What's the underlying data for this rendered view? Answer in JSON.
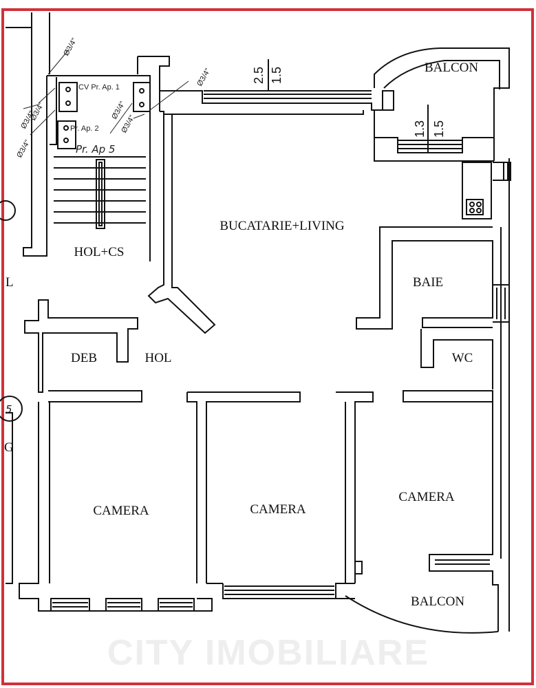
{
  "colors": {
    "frame": "#d0313a",
    "wall": "#111111",
    "paper": "#ffffff",
    "watermark": "#eeeeee"
  },
  "rooms": {
    "balcon_top": "BALCON",
    "bucatarie_living": "BUCATARIE+LIVING",
    "hol_cs": "HOL+CS",
    "baie": "BAIE",
    "deb": "DEB",
    "hol": "HOL",
    "wc": "WC",
    "camera_left": "CAMERA",
    "camera_mid": "CAMERA",
    "camera_right": "CAMERA",
    "balcon_bottom": "BALCON"
  },
  "dimensions": {
    "window_top_a": "2.5",
    "window_top_b": "1.5",
    "window_balcon_a": "1.3",
    "window_balcon_b": "1.5"
  },
  "annotations": {
    "pipe_1": "Ø3/4\"",
    "pipe_2": "Ø3/4\"",
    "pipe_3": "Ø3/4\"",
    "pipe_4": "Ø3/4\"",
    "pipe_5": "Ø3/4\"",
    "pipe_6": "Ø3/4\"",
    "pipe_7": "Ø3/4\"",
    "cv_1": "CV Pr. Ap. 1",
    "cv_2": "Pr. Ap. 2",
    "hand_note": "Pr. Ap 5",
    "edge_left_1": "L",
    "edge_left_2": "G",
    "edge_left_5": "5"
  },
  "watermark": "CITY IMOBILIARE"
}
